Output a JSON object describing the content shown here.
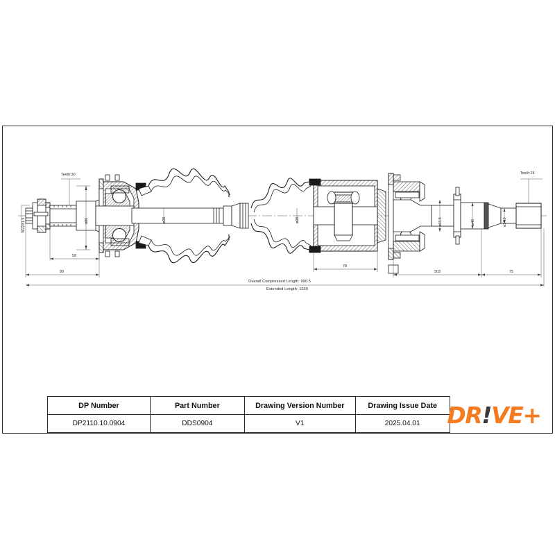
{
  "document": {
    "type": "technical-drawing",
    "subject": "drive-shaft-assembly"
  },
  "drawing": {
    "labels": {
      "teeth_left": "Teeth:30",
      "teeth_right": "Teeth:24",
      "thread_left": "M22X1.5",
      "dia_86": "ø86",
      "dia_28a": "ø28",
      "dia_28b": "ø28",
      "dia_63_5": "ø63.5",
      "dia_40": "ø40",
      "dia_34_9": "ø34.9",
      "dim_58": "58",
      "dim_99": "99",
      "dim_78": "78",
      "dim_303": "303",
      "dim_75": "75",
      "overall_compressed": "Overall  Compressed  Length: 990.5",
      "extended": "Extended  Length: 1039"
    },
    "colors": {
      "line": "#1a1a1a",
      "frame": "#2b2b2b",
      "background": "#ffffff"
    }
  },
  "title_block": {
    "headers": [
      "DP Number",
      "Part Number",
      "Drawing Version Number",
      "Drawing Issue Date"
    ],
    "values": [
      "DP2110.10.0904",
      "DDS0904",
      "V1",
      "2025.04.01"
    ]
  },
  "logo": {
    "part1": "DR",
    "bang": "!",
    "part2": "VE+",
    "color": "#F47B20",
    "bang_color": "#3a3a3a"
  }
}
